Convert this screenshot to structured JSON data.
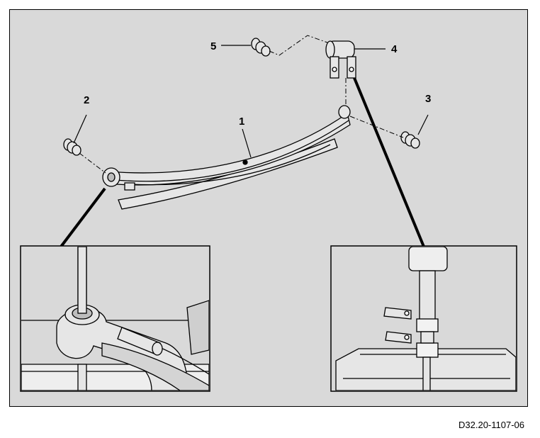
{
  "diagram": {
    "callouts": {
      "c1": "1",
      "c2": "2",
      "c3": "3",
      "c4": "4",
      "c5": "5"
    },
    "drawing_code": "D32.20-1107-06",
    "colors": {
      "background": "#d9d9d9",
      "part_fill": "#e6e6e6",
      "line": "#000000"
    }
  }
}
